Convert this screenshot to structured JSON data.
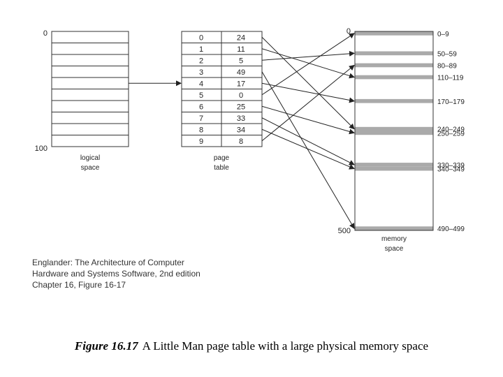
{
  "logical_space": {
    "top_label": "0",
    "bottom_label": "100",
    "caption_line1": "logical",
    "caption_line2": "space",
    "rows": 10
  },
  "page_table": {
    "caption_line1": "page",
    "caption_line2": "table",
    "rows": [
      {
        "page": "0",
        "frame": "24"
      },
      {
        "page": "1",
        "frame": "11"
      },
      {
        "page": "2",
        "frame": "5"
      },
      {
        "page": "3",
        "frame": "49"
      },
      {
        "page": "4",
        "frame": "17"
      },
      {
        "page": "5",
        "frame": "0"
      },
      {
        "page": "6",
        "frame": "25"
      },
      {
        "page": "7",
        "frame": "33"
      },
      {
        "page": "8",
        "frame": "34"
      },
      {
        "page": "9",
        "frame": "8"
      }
    ],
    "highlighted_row": 4
  },
  "memory_space": {
    "top_label": "0",
    "bottom_label": "500",
    "caption_line1": "memory",
    "caption_line2": "space",
    "total": 500,
    "band_color": "#aaaaaa",
    "frames": [
      {
        "frame": 0,
        "range": "0–9"
      },
      {
        "frame": 5,
        "range": "50–59"
      },
      {
        "frame": 8,
        "range": "80–89"
      },
      {
        "frame": 11,
        "range": "110–119"
      },
      {
        "frame": 17,
        "range": "170–179"
      },
      {
        "frame": 24,
        "range": "240–249"
      },
      {
        "frame": 25,
        "range": "250–259"
      },
      {
        "frame": 33,
        "range": "330–339"
      },
      {
        "frame": 34,
        "range": "340–349"
      },
      {
        "frame": 49,
        "range": "490–499"
      }
    ]
  },
  "credit": {
    "line1": "Englander: The Architecture of Computer",
    "line2": "Hardware and Systems Software, 2nd edition",
    "line3": "Chapter 16, Figure 16-17"
  },
  "caption": {
    "figure_number": "Figure 16.17",
    "text": "A Little Man page table with a large physical memory space"
  }
}
